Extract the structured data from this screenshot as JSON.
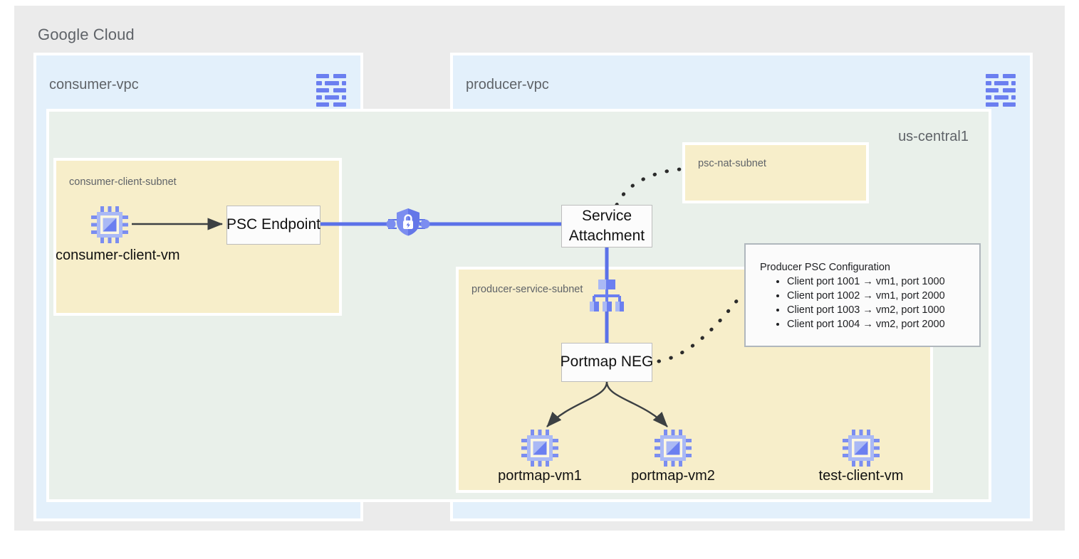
{
  "canvas": {
    "platform_title": "Google Cloud",
    "background": "#ebebeb"
  },
  "colors": {
    "vpc_fill": "#e3f0fb",
    "region_fill": "#e9f0ea",
    "subnet_fill": "#f7eeca",
    "node_fill": "#fcfcfc",
    "accent_blue": "#6b7ff0",
    "link_blue": "#5b71e8",
    "arrow_dark": "#3c4043",
    "text_grey": "#5f6368",
    "text_dark": "#202124"
  },
  "vpcs": [
    {
      "id": "consumer",
      "title": "consumer-vpc",
      "icon": "vpc-network-icon"
    },
    {
      "id": "producer",
      "title": "producer-vpc",
      "icon": "vpc-network-icon"
    }
  ],
  "region": {
    "label": "us-central1"
  },
  "subnets": [
    {
      "id": "consumer-client-subnet",
      "label": "consumer-client-subnet"
    },
    {
      "id": "psc-nat-subnet",
      "label": "psc-nat-subnet"
    },
    {
      "id": "producer-service-subnet",
      "label": "producer-service-subnet"
    }
  ],
  "nodes": {
    "psc_endpoint": "PSC Endpoint",
    "service_attachment_line1": "Service",
    "service_attachment_line2": "Attachment",
    "portmap_neg": "Portmap NEG"
  },
  "vms": [
    {
      "id": "consumer-client-vm",
      "label": "consumer-client-vm",
      "icon": "vm-instance-icon"
    },
    {
      "id": "portmap-vm1",
      "label": "portmap-vm1",
      "icon": "vm-instance-icon"
    },
    {
      "id": "portmap-vm2",
      "label": "portmap-vm2",
      "icon": "vm-instance-icon"
    },
    {
      "id": "test-client-vm",
      "label": "test-client-vm",
      "icon": "vm-instance-icon"
    }
  ],
  "icons": {
    "private_service_connect": "shield-lock-icon",
    "load_balancer": "load-balancer-icon"
  },
  "config": {
    "title": "Producer PSC Configuration",
    "items": [
      "Client port 1001 → vm1, port 1000",
      "Client port 1002 → vm1, port 2000",
      "Client port 1003 → vm2, port 1000",
      "Client port 1004 → vm2, port 2000"
    ]
  }
}
